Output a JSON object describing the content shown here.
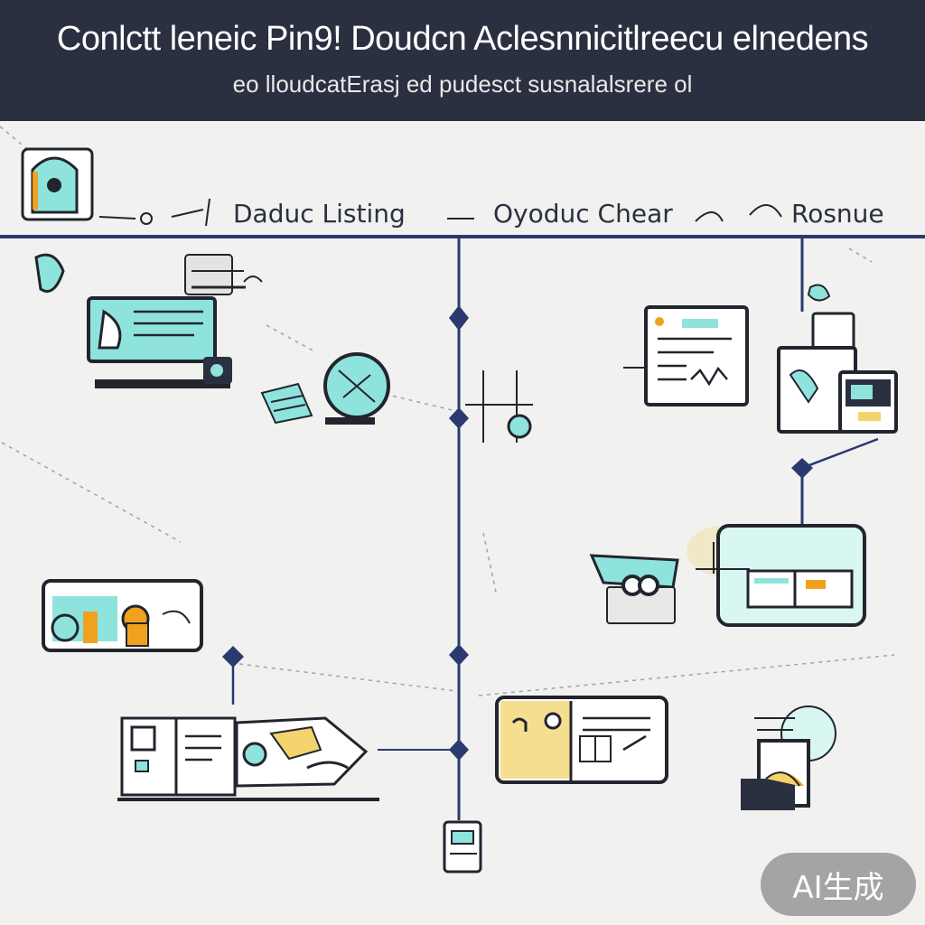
{
  "header": {
    "title": "Conlctt leneic Pin9!  Doudcn Aclesnnicitlreecu elnedens",
    "subtitle": "eo lloudcatErasj ed pudesct susnalalsrere ol"
  },
  "columns": [
    {
      "label": "Daduc Listing"
    },
    {
      "label": "Oyoduc Chear"
    },
    {
      "label": "Rosnue"
    }
  ],
  "watermark": "AI生成",
  "colors": {
    "navy": "#2b3a6e",
    "header_bg": "#2b3040",
    "teal": "#8fe3dd",
    "yellow": "#f3d36b",
    "orange": "#f0a21f",
    "outline": "#22252e"
  },
  "icons": [
    "bag-icon",
    "document-screen-icon",
    "stack-icon",
    "clock-icon",
    "checklist-icon",
    "bracket-icon",
    "user-card-icon",
    "workflow-icon",
    "phone-icon",
    "monitor-icon",
    "truck-icon",
    "payment-card-icon",
    "dashboard-panel-icon",
    "laptop-icon",
    "face-icon"
  ]
}
